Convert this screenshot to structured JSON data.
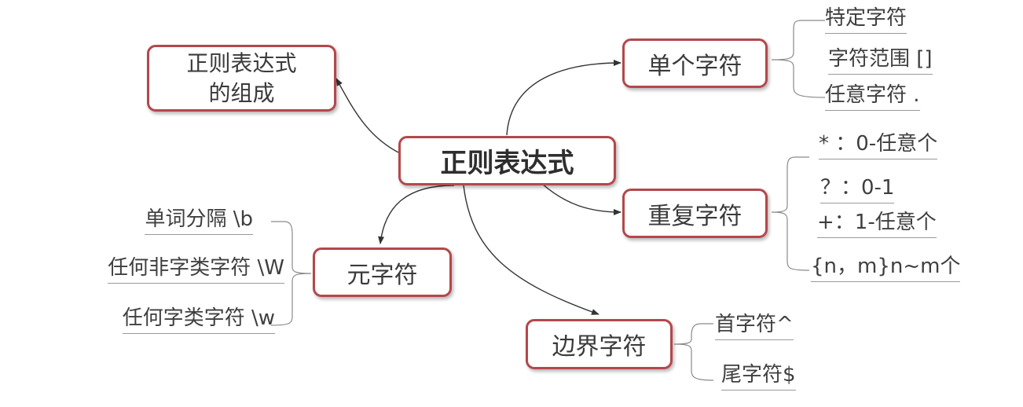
{
  "colors": {
    "node_border": "#b5474c",
    "connector": "#333333",
    "bracket": "#8a8a8a",
    "text": "#333333"
  },
  "center": {
    "label": "正则表达式"
  },
  "composition": {
    "label_line1": "正则表达式",
    "label_line2": "的组成"
  },
  "single_char": {
    "label": "单个字符",
    "items": [
      "特定字符",
      "字符范围 []",
      "任意字符 ."
    ]
  },
  "repeat_char": {
    "label": "重复字符",
    "items": [
      "* ：0-任意个",
      "？：0-1",
      "+：1-任意个",
      "{n，m}n~m个"
    ]
  },
  "meta_char": {
    "label": "元字符",
    "items": [
      "单词分隔 \\b",
      "任何非字类字符 \\W",
      "任何字类字符 \\w"
    ]
  },
  "boundary_char": {
    "label": "边界字符",
    "items": [
      "首字符^",
      "尾字符$"
    ]
  }
}
